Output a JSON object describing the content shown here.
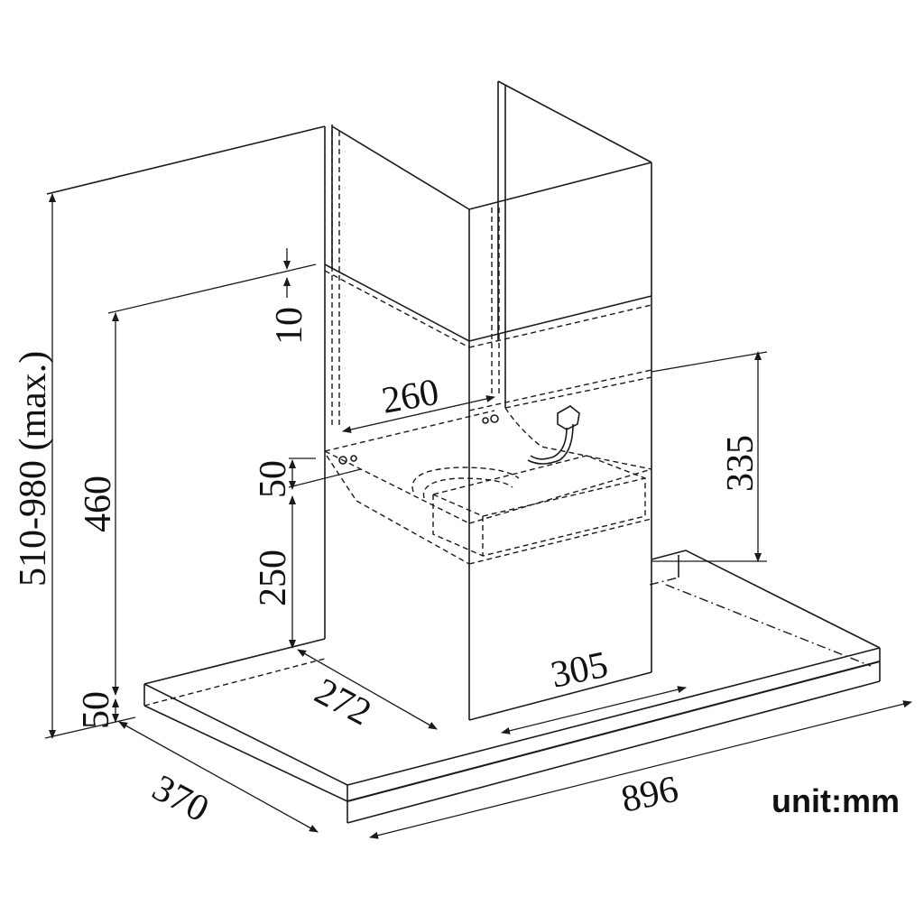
{
  "dimensions": {
    "height_range": "510-980 (max.)",
    "chimney_height": "460",
    "gap_top": "10",
    "bracket_spacing": "260",
    "bracket_offset": "50",
    "lower_height": "250",
    "canopy_thickness": "50",
    "chimney_depth": "272",
    "chimney_width": "305",
    "canopy_depth": "370",
    "canopy_width": "896",
    "plug_height": "335"
  },
  "unit_label": "unit:mm",
  "colors": {
    "line": "#1a1a1a",
    "background": "#ffffff"
  }
}
